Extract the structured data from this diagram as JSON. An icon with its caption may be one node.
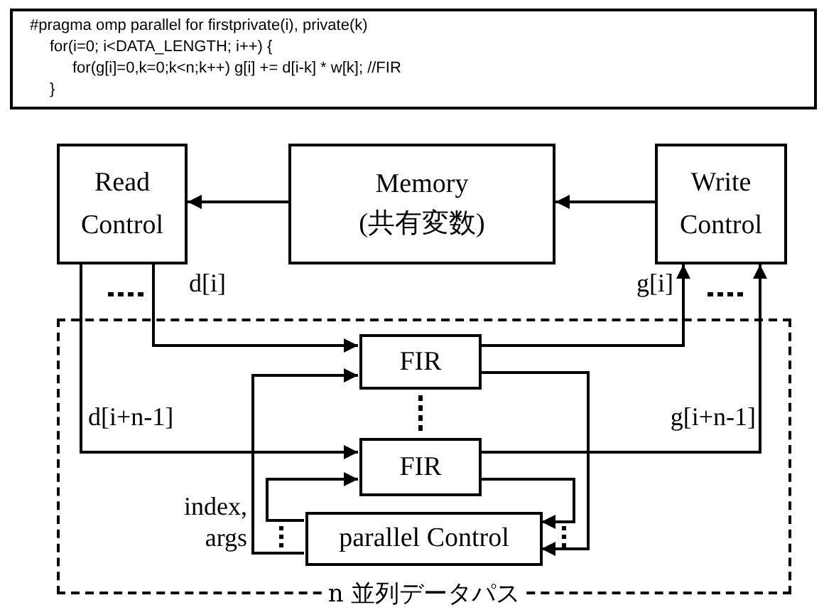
{
  "diagram": {
    "nodes": [
      {
        "text": [
          "#pragma omp parallel for firstprivate(i), private(k)",
          "for(i=0; i<DATA_LENGTH; i++) {",
          "for(g[i]=0,k=0;k<n;k++) g[i] += d[i-k] * w[k]; //FIR",
          "}"
        ]
      },
      {
        "text": [
          "Read Control"
        ]
      },
      {
        "text": [
          "Memory (共有変数)"
        ]
      },
      {
        "text": [
          "Write Control"
        ]
      },
      {
        "text": [
          "n 並列データパス"
        ]
      },
      {
        "text": [
          "FIR"
        ],
        "in": 4
      },
      {
        "text": [
          "FIR"
        ],
        "in": 4
      },
      {
        "text": [
          "parallel Control"
        ],
        "in": 4
      }
    ],
    "edges": [
      {
        "from": 2,
        "to": 1,
        "arrow": "to"
      },
      {
        "from": 3,
        "to": 2,
        "arrow": "to"
      },
      {
        "from": 1,
        "to": 5,
        "arrow": "to",
        "label": "d[i]"
      },
      {
        "from": 1,
        "to": 6,
        "arrow": "to",
        "label": "d[i+n-1]"
      },
      {
        "from": 5,
        "to": 3,
        "arrow": "to",
        "label": "g[i]"
      },
      {
        "from": 6,
        "to": 3,
        "arrow": "to",
        "label": "g[i+n-1]"
      },
      {
        "from": 7,
        "to": 5,
        "arrow": "to",
        "label": "index, args"
      },
      {
        "from": 7,
        "to": 6,
        "arrow": "to"
      },
      {
        "from": 5,
        "to": 7,
        "arrow": "to"
      },
      {
        "from": 6,
        "to": 7,
        "arrow": "to"
      }
    ]
  }
}
